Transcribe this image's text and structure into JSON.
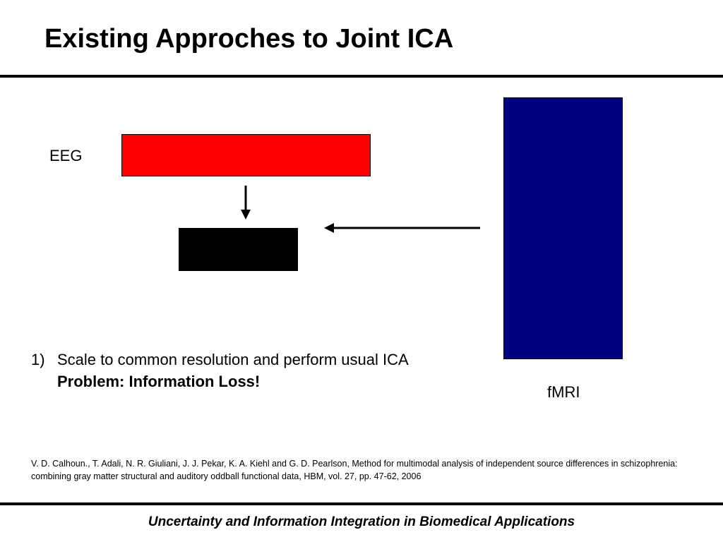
{
  "slide": {
    "title": "Existing Approches to Joint ICA",
    "footer": "Uncertainty and Information Integration in Biomedical Applications"
  },
  "diagram": {
    "eeg_label": "EEG",
    "fmri_label": "fMRI",
    "colors": {
      "eeg_box": "#ff0000",
      "result_box": "#000000",
      "fmri_box": "#000080",
      "arrow": "#000000"
    }
  },
  "steps": [
    {
      "number": "1)",
      "line1": "Scale to common resolution and  perform usual ICA",
      "line2": "Problem: Information Loss!"
    }
  ],
  "reference": "V. D. Calhoun., T. Adali, N. R. Giuliani, J. J. Pekar, K. A. Kiehl and G. D. Pearlson, Method for multimodal analysis of independent source differences in schizophrenia: combining gray matter structural and auditory oddball functional data, HBM, vol. 27, pp. 47-62, 2006"
}
